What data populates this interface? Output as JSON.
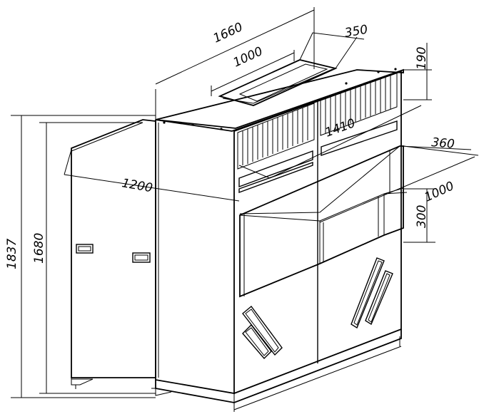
{
  "dimensions": {
    "top_length": "1660",
    "top_depth": "350",
    "top_duct_width": "1000",
    "top_height": "190",
    "front_length": "1410",
    "side_depth": "1200",
    "front_duct_depth": "360",
    "front_duct_width": "1000",
    "front_duct_height": "300",
    "total_height": "1837",
    "body_height": "1680"
  },
  "colors": {
    "line": "#000000",
    "background": "#ffffff"
  }
}
